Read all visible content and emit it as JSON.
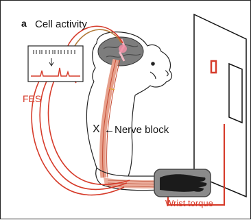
{
  "labels": {
    "panel_letter": "a",
    "cell_activity": "Cell activity",
    "fes": "FES",
    "nerve_x": "X",
    "nerve_block": "←Nerve block",
    "wrist_torque": "Wrist torque"
  },
  "colors": {
    "red_accent": "#d63b2a",
    "outline": "#222222",
    "brain": "#7d7d7d",
    "muscle": "#e8a08c",
    "hand_box": "#8a8a8a"
  }
}
